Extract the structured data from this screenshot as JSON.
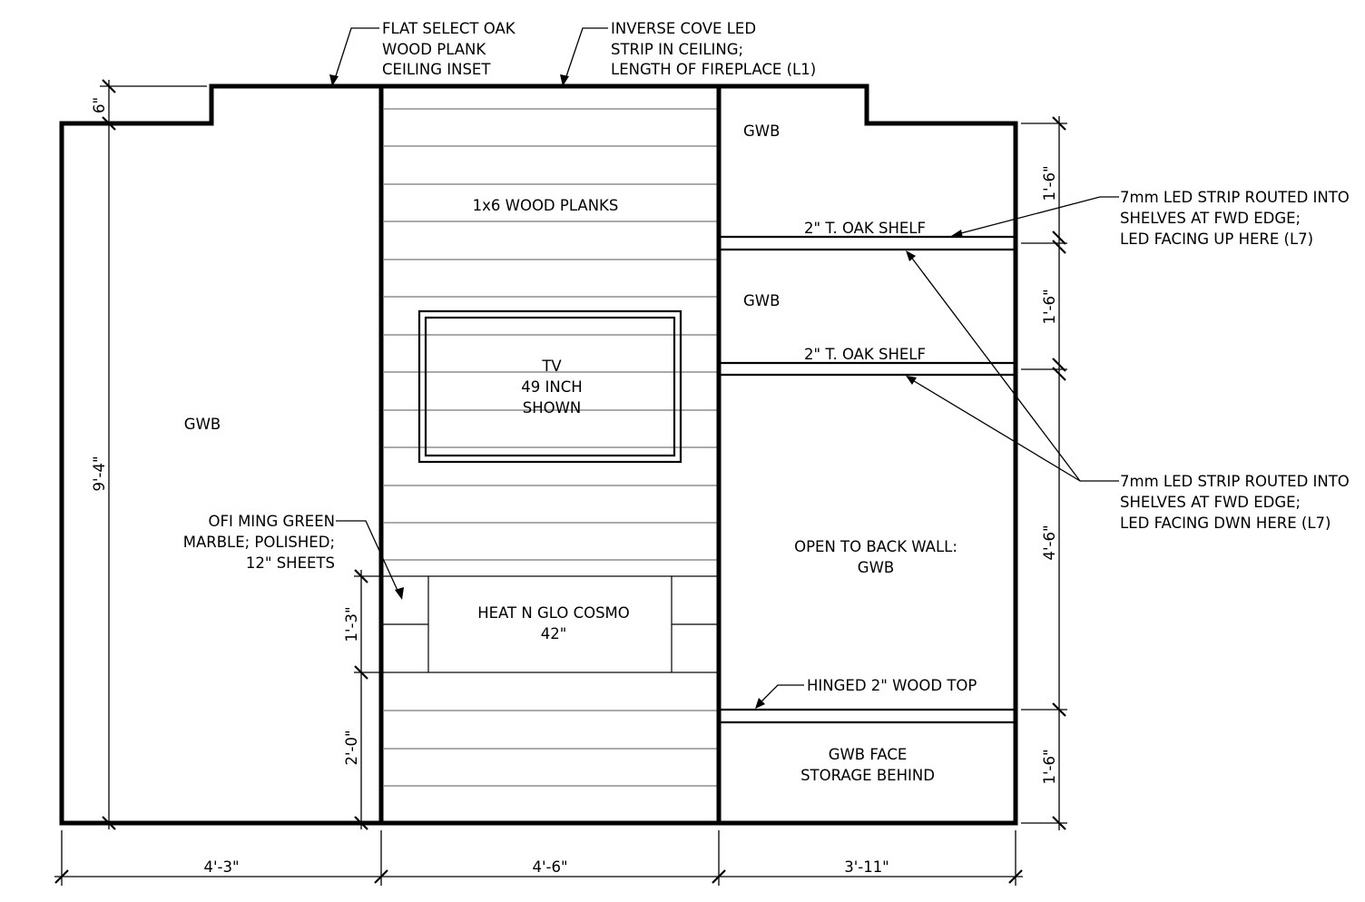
{
  "labels": {
    "ceiling_inset": [
      "FLAT SELECT OAK",
      "WOOD PLANK",
      "CEILING INSET"
    ],
    "cove_led": [
      "INVERSE COVE LED",
      "STRIP IN CEILING;",
      "LENGTH OF FIREPLACE (L1)"
    ],
    "gwb_left": "GWB",
    "planks": "1x6 WOOD PLANKS",
    "tv": [
      "TV",
      "49 INCH",
      "SHOWN"
    ],
    "marble": [
      "OFI MING GREEN",
      "MARBLE; POLISHED;",
      "12\" SHEETS"
    ],
    "fireplace": [
      "HEAT N GLO COSMO",
      "42\""
    ],
    "gwb_top_right": "GWB",
    "shelf_top": "2\" T. OAK SHELF",
    "gwb_mid_right": "GWB",
    "shelf_mid": "2\" T. OAK SHELF",
    "open_back": [
      "OPEN TO BACK WALL:",
      "GWB"
    ],
    "hinged_top": "HINGED 2\" WOOD TOP",
    "gwb_face": [
      "GWB FACE",
      "STORAGE BEHIND"
    ],
    "led_up": [
      "7mm LED STRIP ROUTED INTO",
      "SHELVES AT FWD EDGE;",
      "LED FACING UP HERE (L7)"
    ],
    "led_down": [
      "7mm LED STRIP ROUTED INTO",
      "SHELVES AT FWD EDGE;",
      "LED FACING DWN HERE (L7)"
    ]
  },
  "dimensions": {
    "soffit_drop": "6\"",
    "total_height": "9'-4\"",
    "firebox_height": "1'-3\"",
    "hearth_height": "2'-0\"",
    "right_upper": "1'-6\"",
    "right_second": "1'-6\"",
    "right_open": "4'-6\"",
    "right_bottom": "1'-6\"",
    "width_left": "4'-3\"",
    "width_center": "4'-6\"",
    "width_right": "3'-11\""
  }
}
